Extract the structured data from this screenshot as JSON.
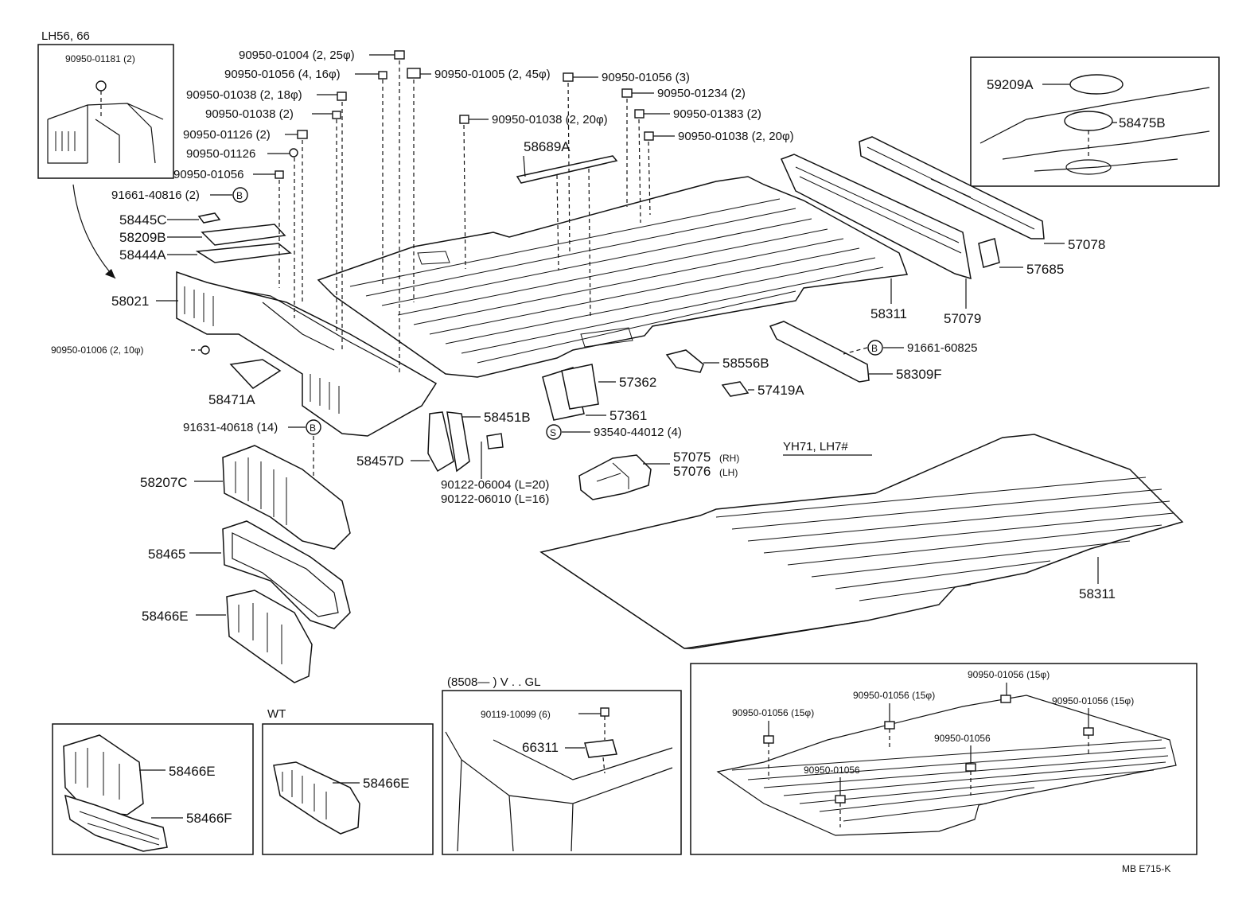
{
  "variants": {
    "lh5666": "LH56, 66",
    "yh71": "YH71, LH7#",
    "wt": "WT",
    "v_gl": "(8508—      ) V . . GL"
  },
  "footer": {
    "code": "MB  E715-K"
  },
  "parts": {
    "p_90950_01181": "90950-01181 (2)",
    "p_90950_01004": "90950-01004 (2, 25φ)",
    "p_90950_01056_16": "90950-01056 (4, 16φ)",
    "p_90950_01005": "90950-01005 (2, 45φ)",
    "p_90950_01056_3": "90950-01056 (3)",
    "p_90950_01038_18": "90950-01038 (2, 18φ)",
    "p_90950_01234": "90950-01234 (2)",
    "p_90950_01038_2": "90950-01038 (2)",
    "p_90950_01038_20a": "90950-01038 (2, 20φ)",
    "p_90950_01383": "90950-01383 (2)",
    "p_90950_01126_2": "90950-01126 (2)",
    "p_90950_01038_20b": "90950-01038 (2, 20φ)",
    "p_90950_01126": "90950-01126",
    "p_90950_01056": "90950-01056",
    "p_91661_40816": "91661-40816 (2)",
    "p_58445C": "58445C",
    "p_58209B": "58209B",
    "p_58444A": "58444A",
    "p_58021": "58021",
    "p_90950_01006": "90950-01006 (2, 10φ)",
    "p_58471A": "58471A",
    "p_91631_40618": "91631-40618 (14)",
    "p_58207C": "58207C",
    "p_58465": "58465",
    "p_58466E": "58466E",
    "p_58689A": "58689A",
    "p_58311_top": "58311",
    "p_57079": "57079",
    "p_57078": "57078",
    "p_57685": "57685",
    "p_59209A": "59209A",
    "p_58475B": "58475B",
    "p_91661_60825": "91661-60825",
    "p_58309F": "58309F",
    "p_58556B": "58556B",
    "p_57419A": "57419A",
    "p_57362": "57362",
    "p_57361": "57361",
    "p_93540_44012": "93540-44012 (4)",
    "p_58451B": "58451B",
    "p_58457D": "58457D",
    "p_90122_06004": "90122-06004 (L=20)",
    "p_90122_06010": "90122-06010 (L=16)",
    "p_57075": "57075",
    "p_57075_rh": "(RH)",
    "p_57076": "57076",
    "p_57076_lh": "(LH)",
    "p_58311_bottom": "58311",
    "p_58466E_a": "58466E",
    "p_58466F": "58466F",
    "p_58466E_b": "58466E",
    "p_90119_10099": "90119-10099 (6)",
    "p_66311": "66311",
    "p_br_15a": "90950-01056 (15φ)",
    "p_br_15b": "90950-01056 (15φ)",
    "p_br_15c": "90950-01056 (15φ)",
    "p_br_15d": "90950-01056 (15φ)",
    "p_br_a": "90950-01056",
    "p_br_b": "90950-01056"
  },
  "markers": {
    "b": "B",
    "s": "S"
  }
}
